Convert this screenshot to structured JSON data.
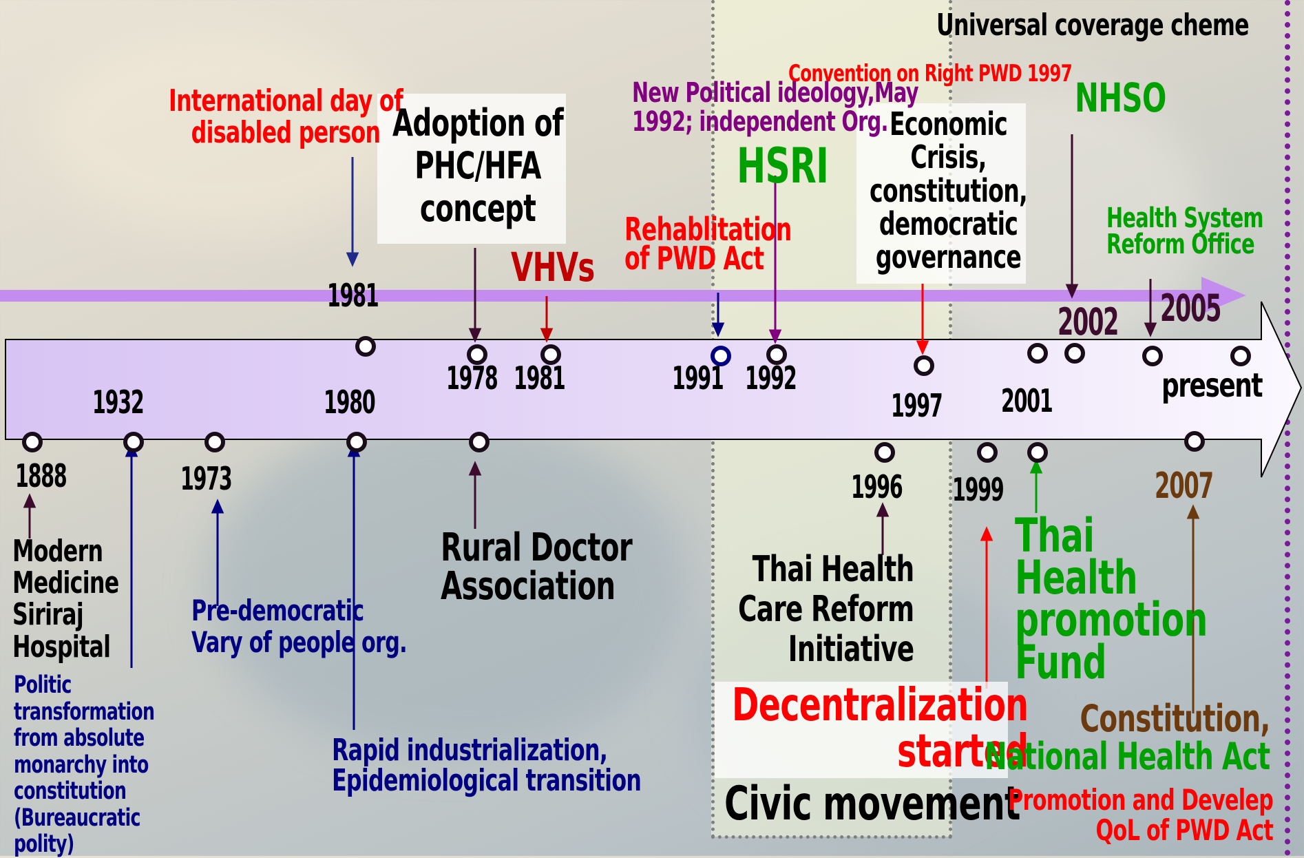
{
  "colors": {
    "black": "#000000",
    "red": "#ff0000",
    "navy": "#000080",
    "purple": "#800080",
    "green": "#008000",
    "brown": "#6b3a0e",
    "dark_red": "#c00000",
    "plum_dark": "#3c0b2e",
    "timeline_fill": "#e6d6f7",
    "purple_arrow": "#c58cf0",
    "right_border": "#7a1a9a"
  },
  "top_years": {
    "y1981_top": "1981",
    "y1978": "1978",
    "y1981": "1981",
    "y1991": "1991",
    "y1992": "1992",
    "y1997": "1997",
    "y2001": "2001",
    "y2002": "2002",
    "y2005": "2005",
    "present": "present"
  },
  "bottom_years": {
    "y1888": "1888",
    "y1932": "1932",
    "y1973": "1973",
    "y1980": "1980",
    "y1996": "1996",
    "y1999": "1999",
    "y2007": "2007"
  },
  "events": {
    "universal_coverage": "Universal  coverage cheme",
    "convention_pwd": "Convention on Right PWD 1997",
    "nhso": "NHSO",
    "new_political": "New Political ideology,May\n1992; independent Org.",
    "international_day": "International day of\ndisabled person",
    "adoption_phc": "Adoption of\nPHC/HFA\nconcept",
    "hsri": "HSRI",
    "economic_crisis": "Economic\nCrisis,\nconstitution,\ndemocratic\ngovernance",
    "health_system_reform": "Health System\nReform Office",
    "rehabilitation_pwd": "Rehablitation\nof PWD Act",
    "vhvs": "VHVs",
    "modern_medicine": "Modern\nMedicine\nSiriraj\nHospital",
    "politic_transformation": "Politic\ntransformation\nfrom absolute\nmonarchy into\nconstitution\n(Bureaucratic\npolity)",
    "pre_democratic": "Pre-democratic\nVary of people org.",
    "rapid_industrialization": "Rapid industrialization,\nEpidemiological transition",
    "rural_doctor": "Rural Doctor\nAssociation",
    "thai_health_care_reform": "Thai Health\nCare Reform\nInitiative",
    "decentralization": "Decentralization\nstarted",
    "civic_movement": "Civic movement",
    "thai_health_promotion": "Thai\nHealth\npromotion\nFund",
    "constitution_nha": "Constitution,\nNational Health Act",
    "promotion_develep": "Promotion and Develep\nQoL of PWD Act"
  }
}
